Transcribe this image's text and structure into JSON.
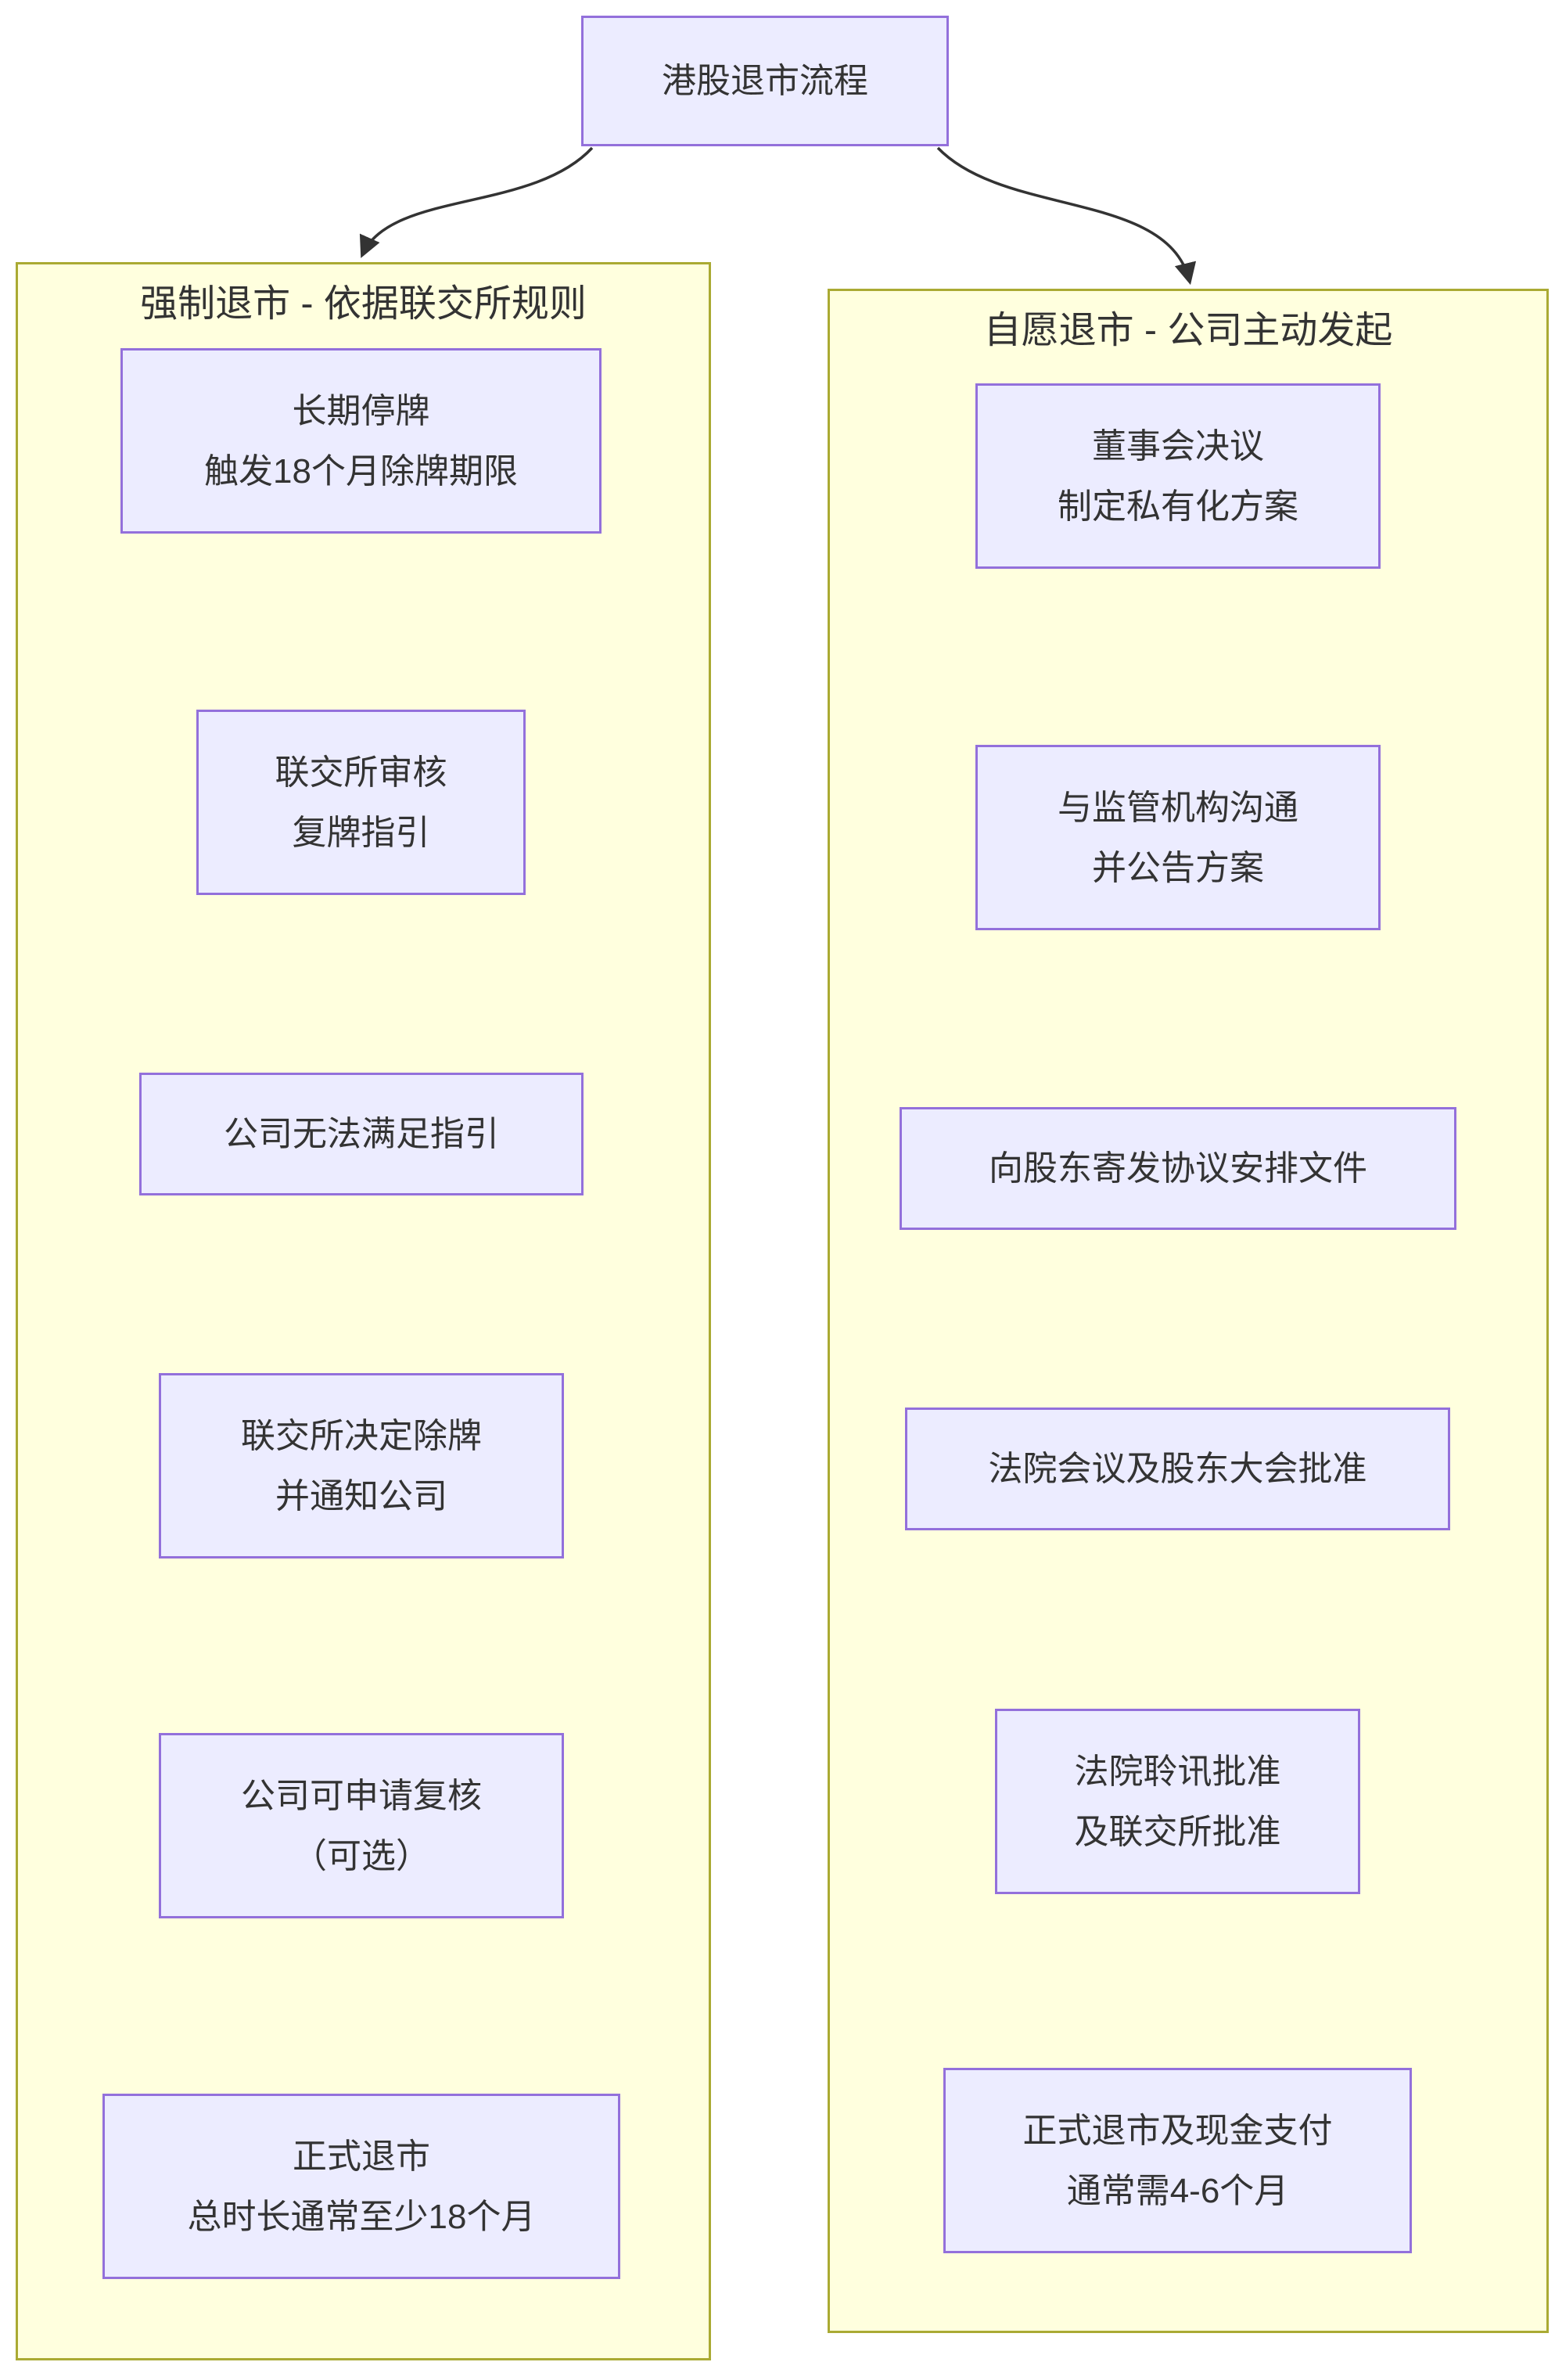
{
  "root": {
    "label": "港股退市流程"
  },
  "clusters": [
    {
      "title": "强制退市 - 依据联交所规则",
      "nodes": [
        {
          "lines": [
            "长期停牌",
            "触发18个月除牌期限"
          ]
        },
        {
          "lines": [
            "联交所审核",
            "复牌指引"
          ]
        },
        {
          "lines": [
            "公司无法满足指引"
          ]
        },
        {
          "lines": [
            "联交所决定除牌",
            "并通知公司"
          ]
        },
        {
          "lines": [
            "公司可申请复核",
            "（可选）"
          ]
        },
        {
          "lines": [
            "正式退市",
            "总时长通常至少18个月"
          ]
        }
      ]
    },
    {
      "title": "自愿退市 - 公司主动发起",
      "nodes": [
        {
          "lines": [
            "董事会决议",
            "制定私有化方案"
          ]
        },
        {
          "lines": [
            "与监管机构沟通",
            "并公告方案"
          ]
        },
        {
          "lines": [
            "向股东寄发协议安排文件"
          ]
        },
        {
          "lines": [
            "法院会议及股东大会批准"
          ]
        },
        {
          "lines": [
            "法院聆讯批准",
            "及联交所批准"
          ]
        },
        {
          "lines": [
            "正式退市及现金支付",
            "通常需4-6个月"
          ]
        }
      ]
    }
  ],
  "colors": {
    "node_fill": "#ECECFF",
    "node_border": "#9370DB",
    "cluster_fill": "#FFFFDE",
    "cluster_border": "#AAAA33",
    "edge": "#333333",
    "text": "#333333"
  }
}
